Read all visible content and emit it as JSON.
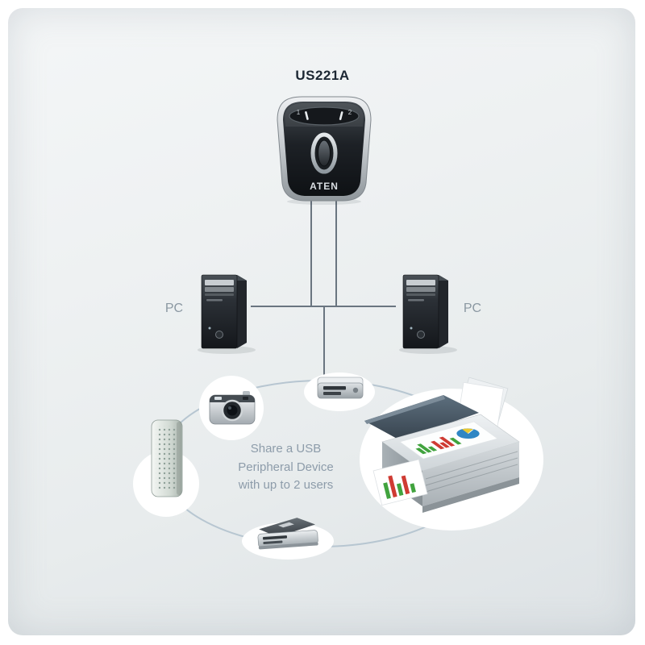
{
  "diagram": {
    "model": "US221A",
    "brand": "ATEN",
    "pc_left_label": "PC",
    "pc_right_label": "PC",
    "port_labels": [
      "1",
      "2"
    ],
    "caption_lines": [
      "Share a USB",
      "Peripheral Device",
      "with up to 2 users"
    ],
    "colors": {
      "panel_bg_top": "#f4f6f7",
      "panel_bg_bottom": "#dde2e5",
      "title_text": "#1c2733",
      "caption_text": "#8d9caa",
      "pc_label_text": "#8b98a2",
      "connector_line": "#6a7580",
      "ring_stroke": "#b7c6d1",
      "device_body_silver": "#969da3",
      "device_face_dark": "#15181c",
      "chart_green": "#41a33e",
      "chart_red": "#cf3b33",
      "chart_blue": "#2f86c4",
      "chart_yellow": "#e8c832"
    }
  }
}
